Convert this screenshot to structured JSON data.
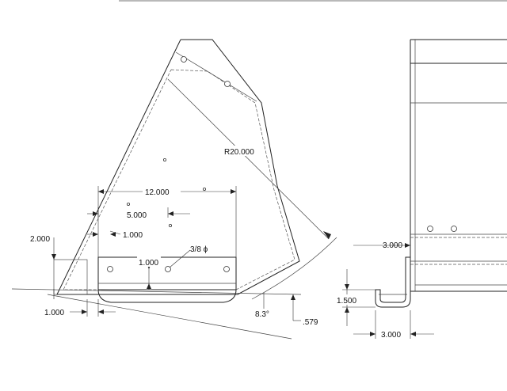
{
  "dimensions": {
    "radius": "R20.000",
    "width_12": "12.000",
    "width_5": "5.000",
    "offset_1_top": "1.000",
    "height_2": "2.000",
    "hole_offset": "1.000",
    "hole_callout": "3/8 ϕ",
    "bottom_offset": "1.000",
    "angle": "8.3°",
    "drop": ".579",
    "side_width_top": "3.000",
    "side_height": "1.500",
    "side_width_bottom": "3.000"
  }
}
